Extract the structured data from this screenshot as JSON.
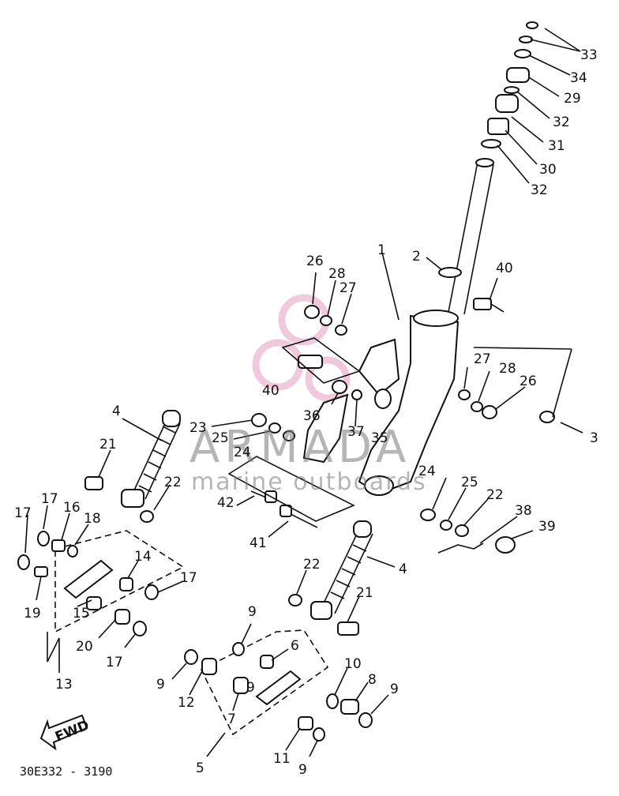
{
  "diagram": {
    "drawing_code": "30E332 - 3190",
    "fwd_label": "FWD",
    "watermark": {
      "brand": "ARMADA",
      "tagline": "marine outboards",
      "accent": "#e4a0c0",
      "color": "#7a7a7a"
    },
    "callouts": [
      "1",
      "2",
      "3",
      "4",
      "4",
      "5",
      "6",
      "7",
      "8",
      "9",
      "9",
      "9",
      "9",
      "9",
      "10",
      "11",
      "12",
      "13",
      "14",
      "15",
      "16",
      "17",
      "17",
      "17",
      "17",
      "18",
      "19",
      "20",
      "21",
      "21",
      "22",
      "22",
      "22",
      "23",
      "24",
      "24",
      "25",
      "25",
      "26",
      "26",
      "27",
      "27",
      "28",
      "28",
      "29",
      "30",
      "31",
      "32",
      "32",
      "33",
      "34",
      "35",
      "36",
      "37",
      "38",
      "39",
      "40",
      "40",
      "41",
      "42"
    ]
  }
}
